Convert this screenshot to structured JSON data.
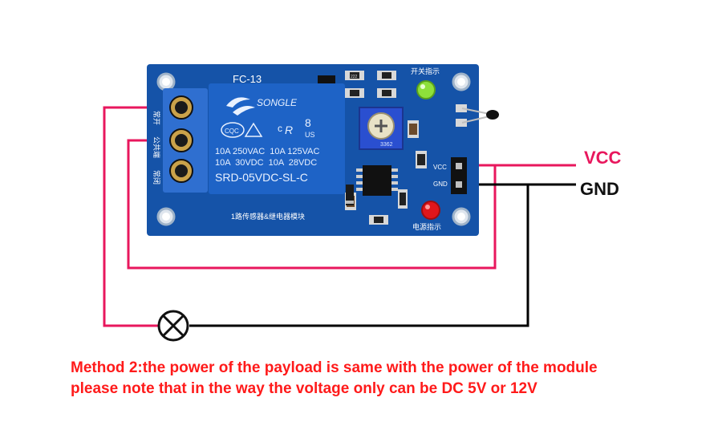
{
  "colors": {
    "vcc_wire": "#e8175d",
    "gnd_wire": "#000000",
    "pcb": "#1553a8",
    "relay_body": "#1e63c6",
    "terminal": "#2f6fd0",
    "vcc_label": "#e8175d",
    "gnd_label": "#111111",
    "caption": "#ff1a1a"
  },
  "board": {
    "model": "FC-13",
    "relay_brand": "SONGLE",
    "relay_rating_1": "10A 250VAC  10A 125VAC",
    "relay_rating_2": "10A  30VDC  10A  28VDC",
    "relay_part": "SRD-05VDC-SL-C",
    "relay_number": "8",
    "relay_us": "US",
    "pot_code": "3362",
    "pin_vcc": "VCC",
    "pin_gnd": "GND",
    "switch_indicator": "开关指示",
    "power_indicator": "电源指示",
    "module_title": "1路传感器&继电器模块",
    "terminal_no": "常开",
    "terminal_com": "公共端",
    "terminal_nc": "常闭",
    "smd_label": "222"
  },
  "labels": {
    "vcc": "VCC",
    "gnd": "GND"
  },
  "caption": {
    "line1": "Method 2:the power of the payload is same with the power of the module",
    "line2": "please note that in the way the voltage only can be DC 5V or 12V"
  }
}
